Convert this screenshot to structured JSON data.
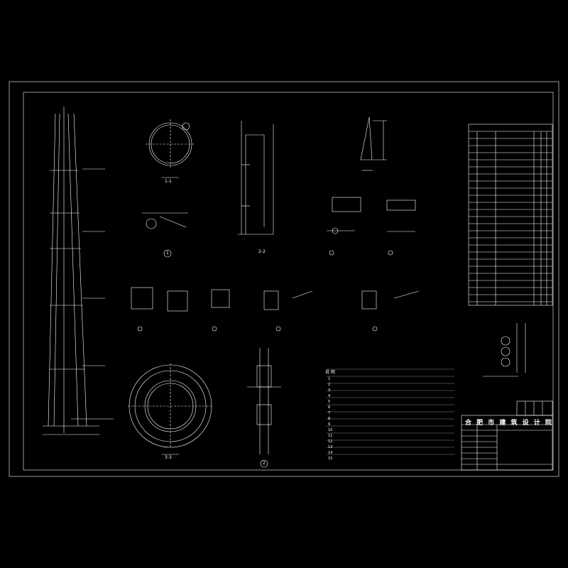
{
  "views": {
    "tower_elevation_label": "",
    "section_1_1": "1-1",
    "section_2_2": "2-2",
    "section_3_3": "3-3",
    "detail_circle_1": "1",
    "detail_circle_2": "2"
  },
  "notes": {
    "heading": "说 明",
    "lines": [
      "1",
      "2",
      "3",
      "4",
      "5",
      "6",
      "7",
      "8",
      "9",
      "10",
      "11",
      "12",
      "13",
      "14",
      "15"
    ]
  },
  "title_block": {
    "company": "合 肥 市 建 筑 设 计 院",
    "drawing_name": "",
    "drawing_number": ""
  },
  "colors": {
    "background": "#000000",
    "lines": "#ffffff",
    "accent": "#ffffff"
  }
}
